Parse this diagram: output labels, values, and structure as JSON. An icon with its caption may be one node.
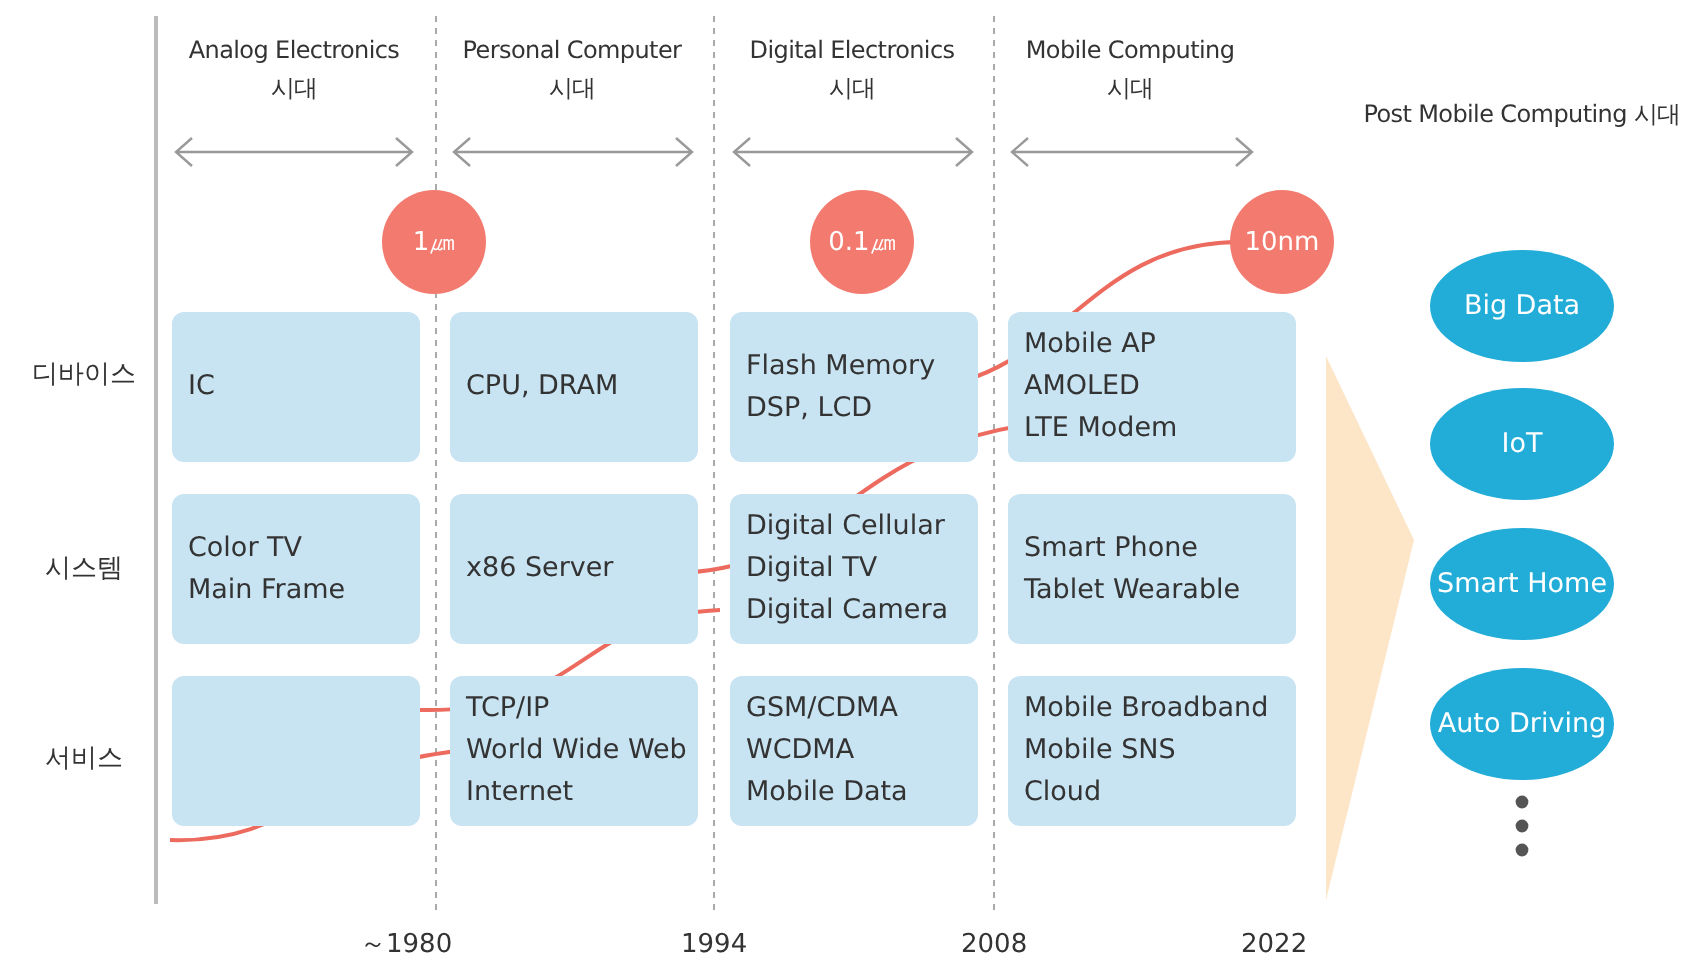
{
  "diagram": {
    "nodes": [
      {
        "text": [
          "1㎛"
        ]
      },
      {
        "text": [
          "0.1㎛"
        ]
      },
      {
        "text": [
          "10nm"
        ]
      },
      {
        "text": [
          "IC"
        ]
      },
      {
        "text": [
          "CPU, DRAM"
        ]
      },
      {
        "text": [
          "Flash Memory",
          "DSP, LCD"
        ]
      },
      {
        "text": [
          "Mobile AP",
          "AMOLED",
          "LTE Modem"
        ]
      },
      {
        "text": [
          "Color TV",
          "Main Frame"
        ]
      },
      {
        "text": [
          "x86 Server"
        ]
      },
      {
        "text": [
          "Digital Cellular",
          "Digital TV",
          "Digital Camera"
        ]
      },
      {
        "text": [
          "Smart Phone",
          "Tablet Wearable"
        ]
      },
      {
        "text": [],
        "shape": "box"
      },
      {
        "text": [
          "TCP/IP",
          "World Wide Web",
          "Internet"
        ]
      },
      {
        "text": [
          "GSM/CDMA",
          "WCDMA",
          "Mobile Data"
        ]
      },
      {
        "text": [
          "Mobile Broadband",
          "Mobile SNS",
          "Cloud"
        ]
      },
      {
        "text": [
          "Big Data"
        ]
      },
      {
        "text": [
          "IoT"
        ]
      },
      {
        "text": [
          "Smart Home"
        ]
      },
      {
        "text": [
          "Auto Driving"
        ]
      }
    ],
    "labels": [
      "Analog Electronics 시대",
      "Personal Computer 시대",
      "Digital Electronics 시대",
      "Mobile Computing 시대",
      "Post Mobile Computing 시대",
      "디바이스",
      "시스템",
      "서비스",
      "～1980",
      "1994",
      "2008",
      "2022"
    ]
  }
}
